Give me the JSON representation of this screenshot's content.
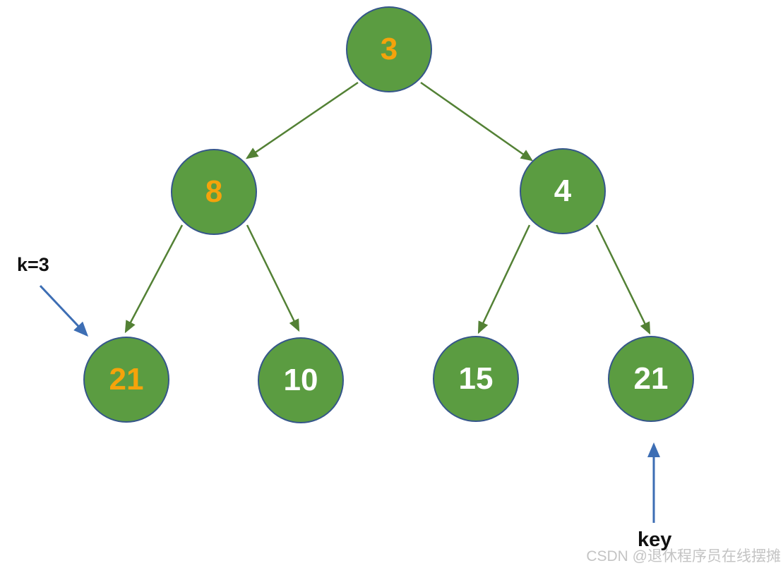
{
  "tree": {
    "nodes": [
      {
        "id": "root",
        "value": "3",
        "text_color": "#F5A30B"
      },
      {
        "id": "left",
        "value": "8",
        "text_color": "#F5A30B"
      },
      {
        "id": "right",
        "value": "4",
        "text_color": "#FFFFFF"
      },
      {
        "id": "left-left",
        "value": "21",
        "text_color": "#F5A30B"
      },
      {
        "id": "left-right",
        "value": "10",
        "text_color": "#FFFFFF"
      },
      {
        "id": "right-left",
        "value": "15",
        "text_color": "#FFFFFF"
      },
      {
        "id": "right-right",
        "value": "21",
        "text_color": "#FFFFFF"
      }
    ],
    "edges": [
      {
        "from": "3",
        "to": "8"
      },
      {
        "from": "3",
        "to": "4"
      },
      {
        "from": "8",
        "to": "21"
      },
      {
        "from": "8",
        "to": "10"
      },
      {
        "from": "4",
        "to": "15"
      },
      {
        "from": "4",
        "to": "21"
      }
    ]
  },
  "annotations": {
    "k_label": "k=3",
    "key_label": "key",
    "k_points_to": "left-left node (21)",
    "key_points_to": "right-right node (21)"
  },
  "watermark": "CSDN @退休程序员在线摆摊",
  "colors": {
    "node_fill": "#5B9C41",
    "node_border": "#35568A",
    "edge_green": "#538135",
    "annotation_arrow_blue": "#3D6EB4",
    "value_orange": "#F5A30B",
    "value_white": "#FFFFFF",
    "label_black": "#111111",
    "watermark_gray": "#C4C4C4",
    "background": "#FFFFFF"
  }
}
